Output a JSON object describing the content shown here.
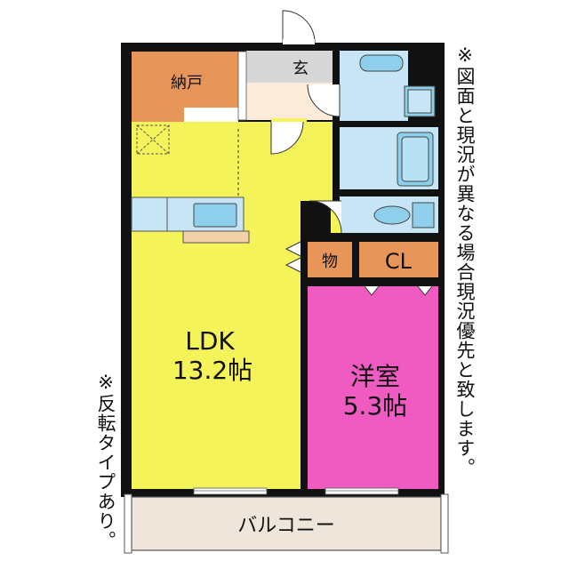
{
  "rooms": {
    "storage": "納戸",
    "entrance": "玄",
    "ldk_name": "LDK",
    "ldk_size": "13.2帖",
    "closet_small": "物",
    "closet": "CL",
    "western_name": "洋室",
    "western_size": "5.3帖",
    "balcony": "バルコニー"
  },
  "notes": {
    "right": "※図面と現況が異なる場合現況優先と致します。",
    "left": "※反転タイプあり。"
  },
  "colors": {
    "ldk": "#F5F35A",
    "western": "#F05BC2",
    "storage": "#E8955A",
    "wet": "#C7E5F5",
    "fixture": "#8ECFEB",
    "entrance": "#FCEBD8",
    "shoebox": "#D6D6D6",
    "balcony": "#EEE6DA",
    "wall": "#111111"
  }
}
